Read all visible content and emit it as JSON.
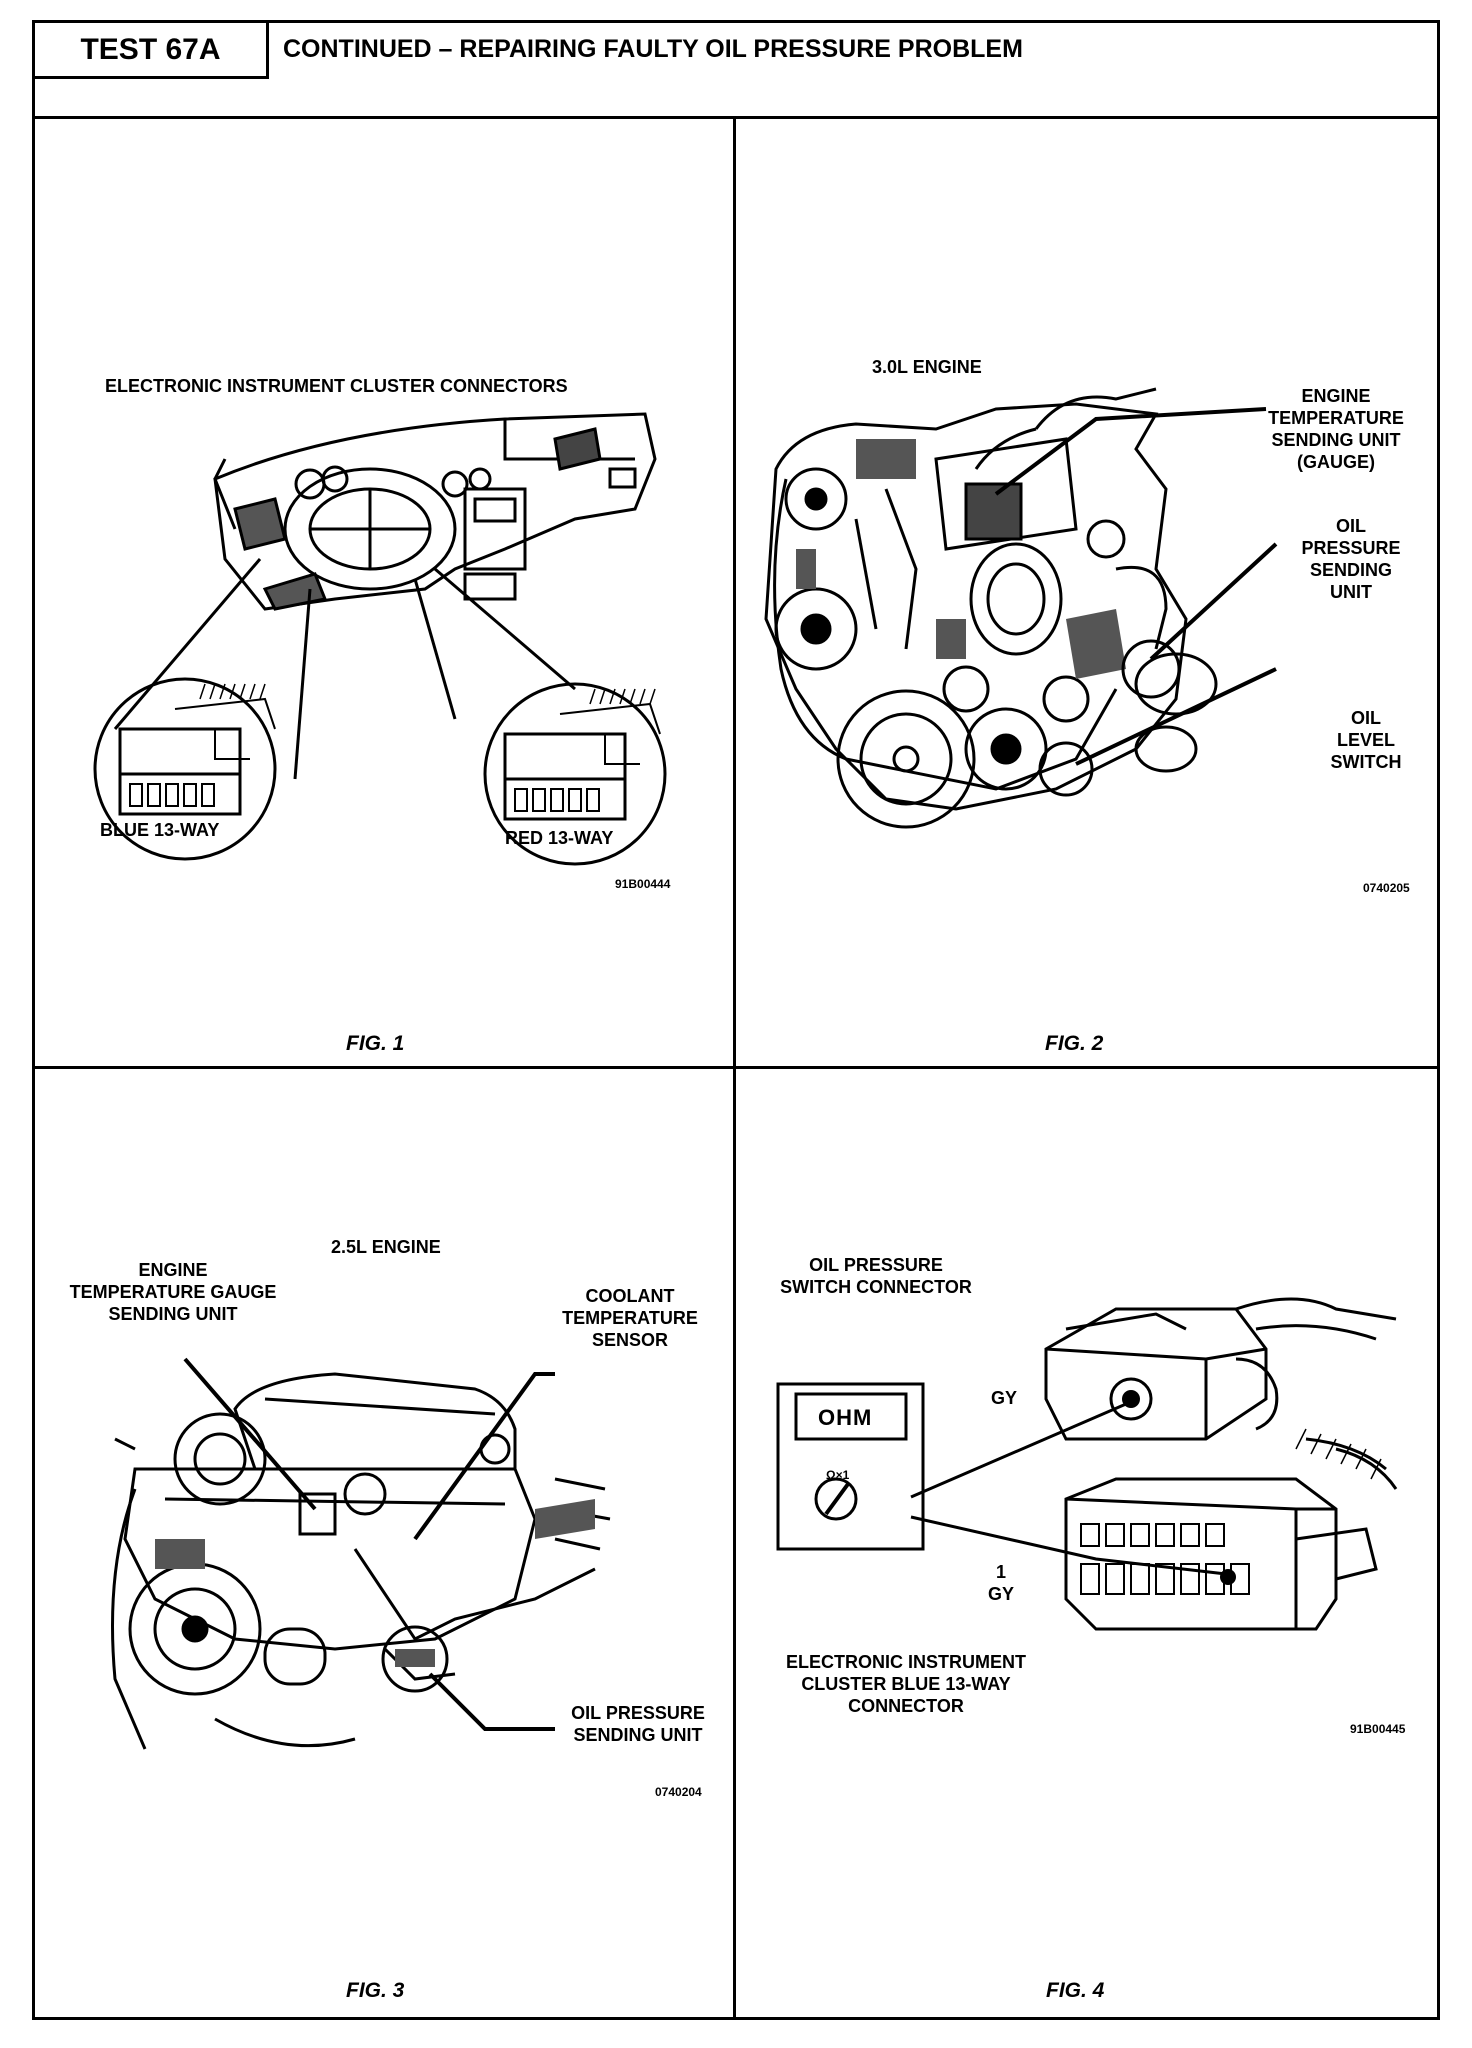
{
  "header": {
    "test_label": "TEST 67A",
    "title": "CONTINUED – REPAIRING FAULTY OIL PRESSURE PROBLEM"
  },
  "fig1": {
    "title": "ELECTRONIC INSTRUMENT CLUSTER CONNECTORS",
    "left_connector": "BLUE 13-WAY",
    "right_connector": "RED 13-WAY",
    "code": "91B00444",
    "caption": "FIG. 1"
  },
  "fig2": {
    "title": "3.0L ENGINE",
    "label_temp": [
      "ENGINE",
      "TEMPERATURE",
      "SENDING UNIT",
      "(GAUGE)"
    ],
    "label_oil_pressure": [
      "OIL",
      "PRESSURE",
      "SENDING",
      "UNIT"
    ],
    "label_oil_level": [
      "OIL",
      "LEVEL",
      "SWITCH"
    ],
    "code": "0740205",
    "caption": "FIG. 2"
  },
  "fig3": {
    "title": "2.5L ENGINE",
    "label_temp": [
      "ENGINE",
      "TEMPERATURE GAUGE",
      "SENDING UNIT"
    ],
    "label_coolant": [
      "COOLANT",
      "TEMPERATURE",
      "SENSOR"
    ],
    "label_oil_pressure": [
      "OIL PRESSURE",
      "SENDING UNIT"
    ],
    "code": "0740204",
    "caption": "FIG. 3"
  },
  "fig4": {
    "title": [
      "OIL PRESSURE",
      "SWITCH CONNECTOR"
    ],
    "meter_display": "OHM",
    "meter_range": "Ω×1",
    "wire_gy": "GY",
    "pin_number": "1",
    "pin_wire": "GY",
    "connector_label": [
      "ELECTRONIC INSTRUMENT",
      "CLUSTER BLUE 13-WAY",
      "CONNECTOR"
    ],
    "code": "91B00445",
    "caption": "FIG. 4"
  }
}
